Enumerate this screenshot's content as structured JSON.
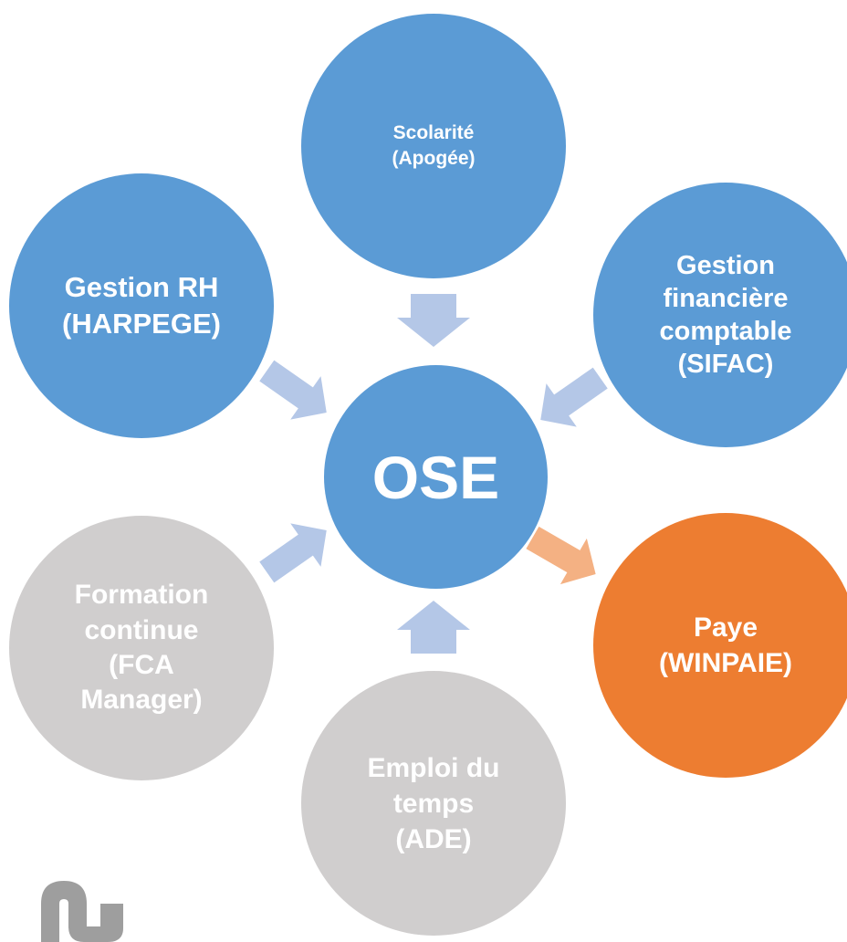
{
  "colors": {
    "node_blue": "#5B9BD5",
    "node_orange": "#ED7D31",
    "node_grey": "#D0CECE",
    "arrow_blue": "#B4C7E7",
    "arrow_orange": "#F4B183",
    "logo_grey": "#9E9E9E"
  },
  "diagram": {
    "center": {
      "label": "OSE"
    },
    "nodes": {
      "scolarite": {
        "label": "Scolarité\n(Apogée)"
      },
      "gestion_financiere": {
        "label": "Gestion\nfinancière\ncomptable\n(SIFAC)"
      },
      "paye": {
        "label": "Paye\n(WINPAIE)"
      },
      "emploi_du_temps": {
        "label": "Emploi du\ntemps\n(ADE)"
      },
      "formation_continue": {
        "label": "Formation\ncontinue\n(FCA\nManager)"
      },
      "gestion_rh": {
        "label": "Gestion RH\n(HARPEGE)"
      }
    }
  },
  "logo": {
    "icon": "institution-logo-icon"
  }
}
